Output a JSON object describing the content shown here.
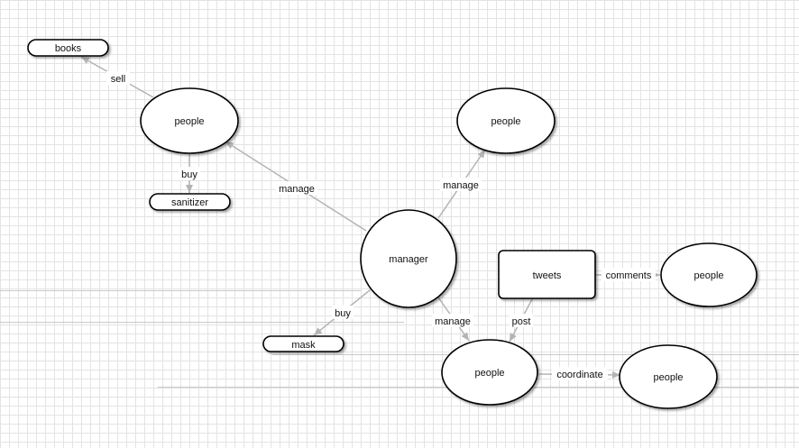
{
  "nodes": [
    {
      "id": "books",
      "label": "books"
    },
    {
      "id": "people_top_left",
      "label": "people"
    },
    {
      "id": "sanitizer",
      "label": "sanitizer"
    },
    {
      "id": "people_top_right",
      "label": "people"
    },
    {
      "id": "manager",
      "label": "manager"
    },
    {
      "id": "tweets",
      "label": "tweets"
    },
    {
      "id": "people_right",
      "label": "people"
    },
    {
      "id": "mask",
      "label": "mask"
    },
    {
      "id": "people_bottom",
      "label": "people"
    },
    {
      "id": "people_bottom_right",
      "label": "people"
    }
  ],
  "edges": [
    {
      "from": "people_top_left",
      "to": "books",
      "label": "sell"
    },
    {
      "from": "people_top_left",
      "to": "sanitizer",
      "label": "buy"
    },
    {
      "from": "manager",
      "to": "people_top_left",
      "label": "manage"
    },
    {
      "from": "manager",
      "to": "people_top_right",
      "label": "manage"
    },
    {
      "from": "manager",
      "to": "mask",
      "label": "buy"
    },
    {
      "from": "manager",
      "to": "people_bottom",
      "label": "manage"
    },
    {
      "from": "tweets",
      "to": "people_right",
      "label": "comments"
    },
    {
      "from": "tweets",
      "to": "people_bottom",
      "label": "post"
    },
    {
      "from": "people_bottom",
      "to": "people_bottom_right",
      "label": "coordinate"
    }
  ]
}
